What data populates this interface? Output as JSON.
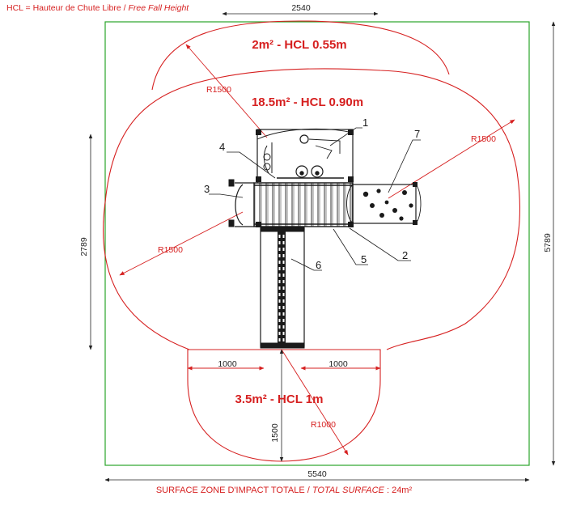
{
  "header": {
    "legend_abbrev": "HCL = Hauteur de Chute Libre",
    "legend_sep": " / ",
    "legend_en": "Free Fall Height"
  },
  "zones": {
    "top": "2m² - HCL 0.55m",
    "main": "18.5m² - HCL 0.90m",
    "bottom": "3.5m² - HCL 1m"
  },
  "dimensions": {
    "top_width": "2540",
    "total_width": "5540",
    "left_height": "2789",
    "right_height": "5789",
    "slide_left": "1000",
    "slide_right": "1000",
    "slide_length": "1500"
  },
  "radii": {
    "r_top_left": "R1500",
    "r_right": "R1500",
    "r_left": "R1500",
    "r_bottom": "R1000"
  },
  "callouts": [
    "1",
    "2",
    "3",
    "4",
    "5",
    "6",
    "7"
  ],
  "footer": {
    "label_fr": "SURFACE ZONE D'IMPACT TOTALE",
    "sep": " / ",
    "label_en": "TOTAL SURFACE",
    "value": " : 24m²"
  },
  "colors": {
    "impact_zone": "#d62020",
    "boundary": "#2aa52a",
    "equipment": "#1a1a1a",
    "dimension": "#222222"
  }
}
